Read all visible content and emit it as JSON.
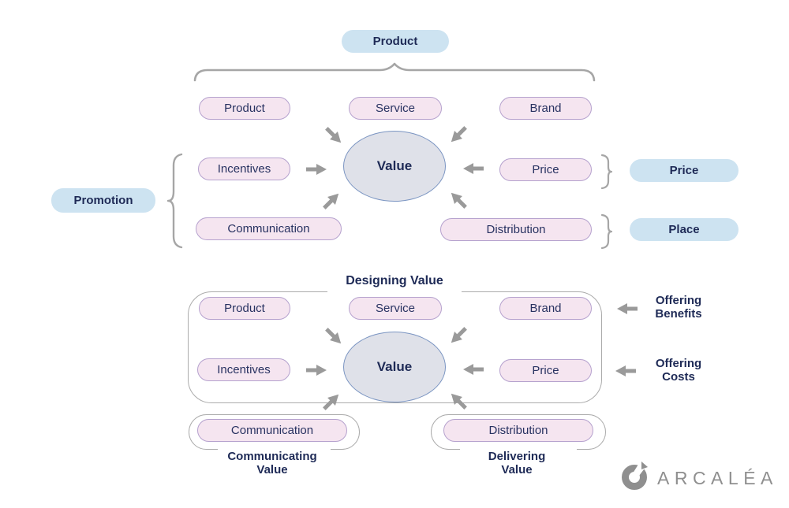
{
  "colors": {
    "navy_text": "#1e2a56",
    "blue_pill_bg": "#cde3f1",
    "pink_pill_bg": "#f5e5f0",
    "pink_pill_border": "#b6a2ce",
    "ellipse_bg": "#dfe1e9",
    "ellipse_border": "#7b95c2",
    "arrow_gray": "#9a9a9a",
    "brace_gray": "#a6a6a6",
    "logo_gray": "#8f8f8f"
  },
  "top_section": {
    "product_category": "Product",
    "promotion_category": "Promotion",
    "price_category": "Price",
    "place_category": "Place",
    "pills": {
      "product": "Product",
      "service": "Service",
      "brand": "Brand",
      "incentives": "Incentives",
      "price": "Price",
      "communication": "Communication",
      "distribution": "Distribution"
    },
    "value": "Value"
  },
  "bottom_section": {
    "title": "Designing Value",
    "pills": {
      "product": "Product",
      "service": "Service",
      "brand": "Brand",
      "incentives": "Incentives",
      "price": "Price",
      "communication": "Communication",
      "distribution": "Distribution"
    },
    "value": "Value",
    "offering_benefits": {
      "line1": "Offering",
      "line2": "Benefits"
    },
    "offering_costs": {
      "line1": "Offering",
      "line2": "Costs"
    },
    "communicating_value": {
      "line1": "Communicating",
      "line2": "Value"
    },
    "delivering_value": {
      "line1": "Delivering",
      "line2": "Value"
    }
  },
  "logo": {
    "text": "ARCALÉA"
  }
}
